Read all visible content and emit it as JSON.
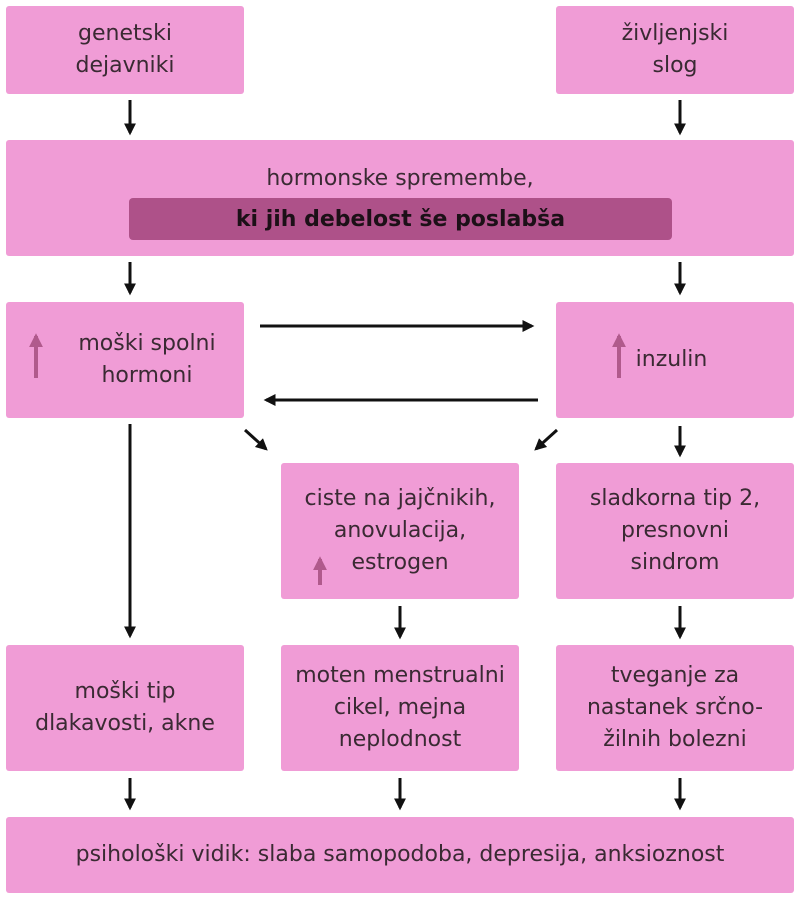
{
  "colors": {
    "box_fill": "#f09cd6",
    "highlight_band": "#ae5189",
    "up_arrow": "#b05a8c",
    "connector": "#111111"
  },
  "nodes": {
    "genetic_factors": "genetski\ndejavniki",
    "lifestyle": "življenjski\nslog",
    "hormonal_changes": {
      "line1": "hormonske spremembe,",
      "line2": "ki jih debelost še poslabša"
    },
    "male_hormones": {
      "text": "moški spolni\nhormoni",
      "indicator": "up-arrow-icon"
    },
    "insulin": {
      "text": "inzulin",
      "indicator": "up-arrow-icon"
    },
    "ovarian_cysts": {
      "line1": "ciste na jajčnikih,",
      "line2": "anovulacija,",
      "line3": "estrogen",
      "indicator": "up-arrow-icon"
    },
    "diabetes": "sladkorna tip 2,\npresnovni\nsindrom",
    "hair_acne": "moški tip\ndlakavosti, akne",
    "menstrual": "moten menstrualni\ncikel, mejna\nneplodnost",
    "cardio_risk": "tveganje za\nnastanek srčno-\nžilnih bolezni",
    "psychological": "psihološki vidik: slaba samopodoba, depresija, anksioznost"
  }
}
